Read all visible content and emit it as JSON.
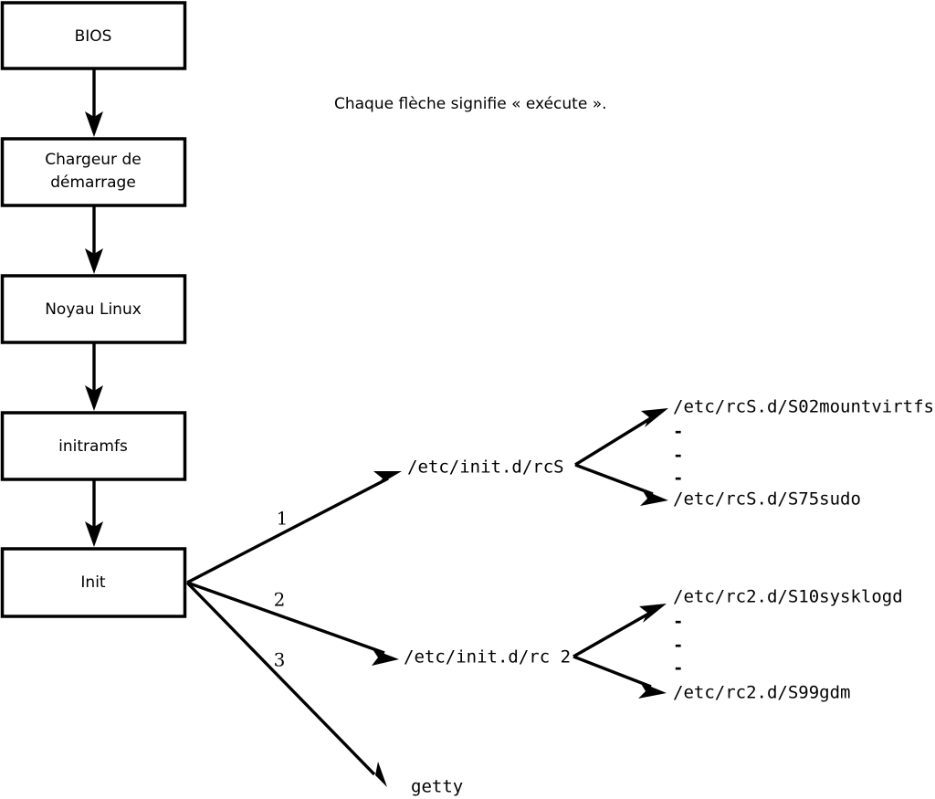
{
  "caption": {
    "text": "Chaque flèche signifie « exécute »."
  },
  "boot_chain": [
    {
      "id": "bios",
      "label": "BIOS"
    },
    {
      "id": "bootloader",
      "label_line1": "Chargeur de",
      "label_line2": "démarrage"
    },
    {
      "id": "kernel",
      "label": "Noyau Linux"
    },
    {
      "id": "initramfs",
      "label": "initramfs"
    },
    {
      "id": "init",
      "label": "Init"
    }
  ],
  "init_branches": [
    {
      "number": "1",
      "target": "/etc/init.d/rcS"
    },
    {
      "number": "2",
      "target": "/etc/init.d/rc 2"
    },
    {
      "number": "3",
      "target": "getty"
    }
  ],
  "rcs_scripts": {
    "first": "/etc/rcS.d/S02mountvirtfs",
    "ellipsis": [
      "-",
      "-",
      "-"
    ],
    "last": "/etc/rcS.d/S75sudo"
  },
  "rc2_scripts": {
    "first": "/etc/rc2.d/S10sysklogd",
    "ellipsis": [
      "-",
      "-",
      "-"
    ],
    "last": "/etc/rc2.d/S99gdm"
  },
  "colors": {
    "background": "#ffffff",
    "stroke": "#000000",
    "text": "#000000"
  }
}
